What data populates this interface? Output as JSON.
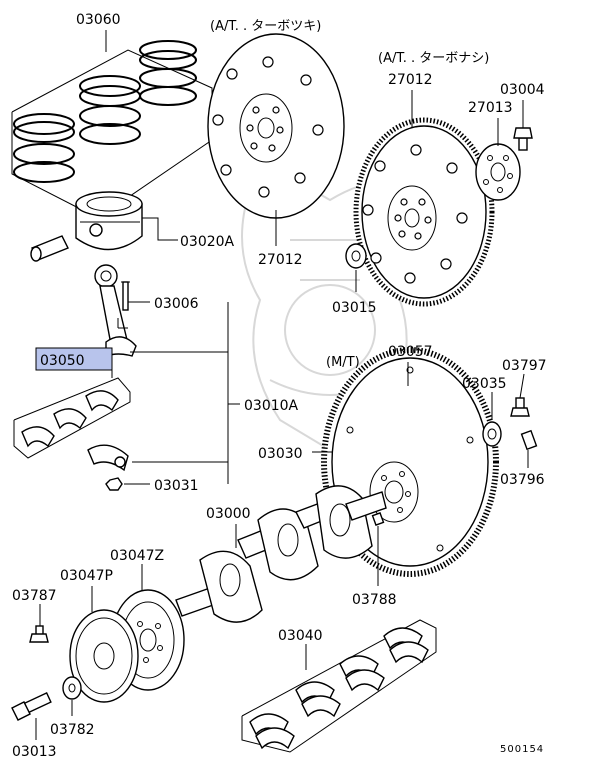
{
  "labels": {
    "p03060": "03060",
    "p03020a": "03020A",
    "p03006": "03006",
    "p03050": "03050",
    "p03010a": "03010A",
    "p03031": "03031",
    "p27012_at_turbo": "27012",
    "p27012_at_nonturbo": "27012",
    "p27013": "27013",
    "p03004": "03004",
    "p03015": "03015",
    "p03057": "03057",
    "p03797": "03797",
    "p03035": "03035",
    "p03030": "03030",
    "p03796": "03796",
    "p03000": "03000",
    "p03788": "03788",
    "p03047z": "03047Z",
    "p03047p": "03047P",
    "p03787": "03787",
    "p03040": "03040",
    "p03782": "03782",
    "p03013": "03013"
  },
  "notes": {
    "at_turbo": "(A/T. . ターボツキ)",
    "at_nonturbo": "(A/T. . ターボナシ)",
    "mt": "(M/T)"
  },
  "figure_code": "500154",
  "highlight_color": "#b8c4ec"
}
